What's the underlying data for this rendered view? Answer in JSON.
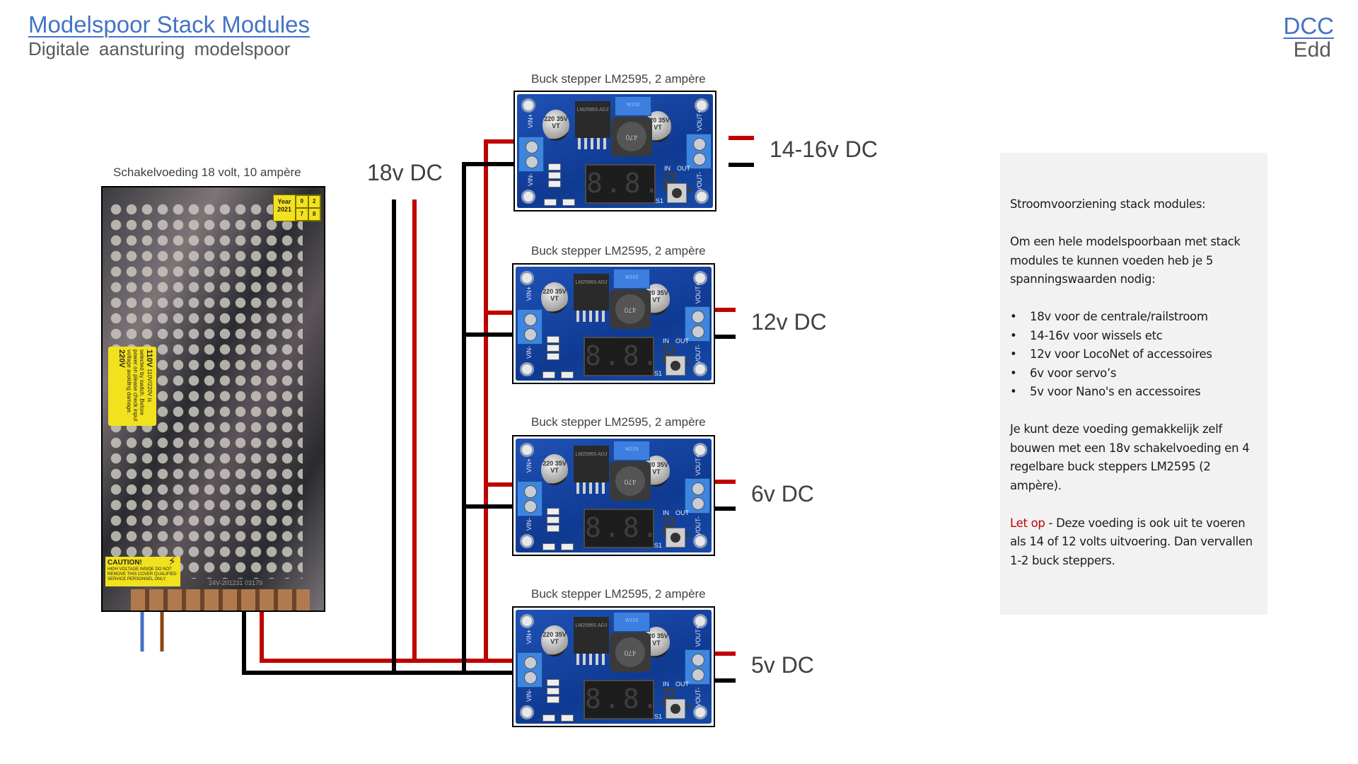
{
  "header": {
    "title": "Modelspoor Stack Modules",
    "subtitle": "Digitale  aansturing  modelspoor",
    "corner_link": "DCC",
    "corner_sub": "Edd"
  },
  "psu": {
    "caption": "Schakelvoeding 18 volt, 10 ampère",
    "year_label": "Year",
    "year_value": "2021",
    "year_grid": [
      "9",
      "2",
      "7",
      "8"
    ],
    "volt_label_text": "110V/220V is selected by switch. Before power on please check input voltage avoiding damage.",
    "volt_low": "110V",
    "volt_high": "220V",
    "caution_title": "CAUTION!",
    "caution_text": "HIGH VOLTAGE INSIDE DO NOT REMOVE THIS COVER QUALIFIED SERVICE PERSONNEL ONLY",
    "model_code": "24V-201231 03179"
  },
  "supply_label": "18v DC",
  "modules": [
    {
      "caption": "Buck stepper LM2595, 2 ampère",
      "output_label": "14-16v DC"
    },
    {
      "caption": "Buck stepper LM2595, 2 ampère",
      "output_label": "12v DC"
    },
    {
      "caption": "Buck stepper LM2595, 2 ampère",
      "output_label": "6v DC"
    },
    {
      "caption": "Buck stepper LM2595, 2 ampère",
      "output_label": "5v DC"
    }
  ],
  "board_markings": {
    "vin_plus": "VIN+",
    "vin_minus": "VIN-",
    "vout_plus": "VOUT+",
    "vout_minus": "VOUT-",
    "cap": "220 35V VT",
    "ic": "LM2596S ADJ",
    "coil": "470",
    "pot": "W103",
    "display": "8.8.8.",
    "in": "IN",
    "out": "OUT",
    "switch": "S1"
  },
  "wire_colors": {
    "positive": "#c00000",
    "negative": "#000000",
    "mains_neutral": "#4472c4",
    "mains_live": "#8b4513"
  },
  "info": {
    "heading": "Stroomvoorziening stack modules:",
    "intro": "Om een hele modelspoorbaan met stack modules te kunnen voeden heb je 5 spanningswaarden nodig:",
    "bullets": [
      "18v voor de centrale/railstroom",
      "14-16v voor wissels etc",
      "12v voor LocoNet of accessoires",
      "6v voor servo’s",
      "5v voor Nano's en accessoires"
    ],
    "build": "Je kunt deze voeding gemakkelijk zelf bouwen met een 18v schakelvoeding en 4 regelbare buck steppers LM2595 (2 ampère).",
    "warn_label": "Let op",
    "warn_text": " - Deze voeding is ook uit te voeren als 14 of 12 volts uitvoering. Dan vervallen 1-2 buck steppers."
  }
}
